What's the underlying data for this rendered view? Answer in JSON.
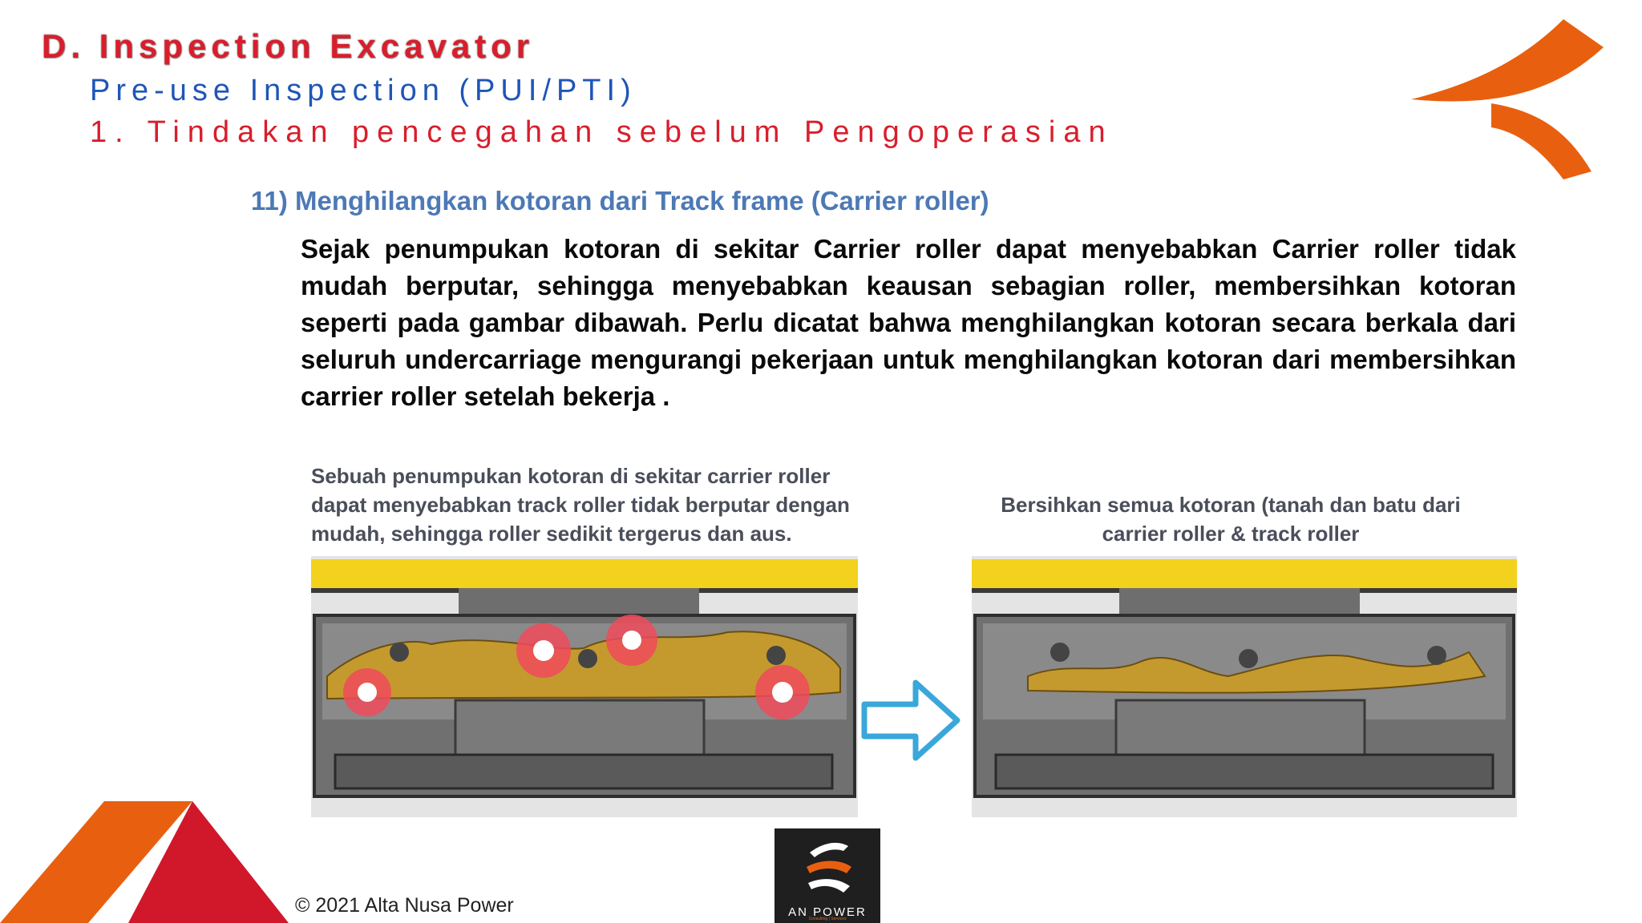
{
  "header": {
    "title": "D. Inspection Excavator",
    "subtitle": "Pre-use Inspection (PUI/PTI)",
    "step": "1. Tindakan pencegahan sebelum Pengoperasian"
  },
  "section": {
    "heading": "11) Menghilangkan kotoran dari Track frame (Carrier roller)",
    "body": "Sejak penumpukan kotoran di sekitar Carrier roller dapat menyebabkan Carrier roller tidak mudah berputar, sehingga menyebabkan keausan sebagian roller, membersihkan kotoran seperti pada gambar dibawah. Perlu dicatat bahwa menghilangkan kotoran secara berkala dari seluruh undercarriage mengurangi pekerjaan untuk menghilangkan kotoran dari membersihkan carrier roller setelah bekerja ."
  },
  "figures": {
    "left_caption": "Sebuah penumpukan kotoran di sekitar carrier roller dapat menyebabkan track roller tidak berputar dengan mudah, sehingga roller sedikit tergerus dan aus.",
    "right_caption": "Bersihkan semua kotoran (tanah dan batu dari carrier roller & track roller"
  },
  "footer": {
    "copyright": "© 2021 Alta Nusa Power",
    "brand_name": "AN POWER",
    "brand_tagline": "Consulting | Services"
  },
  "colors": {
    "title_red": "#d81e2c",
    "subtitle_blue": "#1f56b7",
    "heading_blue": "#4d79b5",
    "brand_orange": "#e8600f",
    "frame_yellow": "#f2d21c",
    "dirt_tan": "#c49a2e"
  }
}
